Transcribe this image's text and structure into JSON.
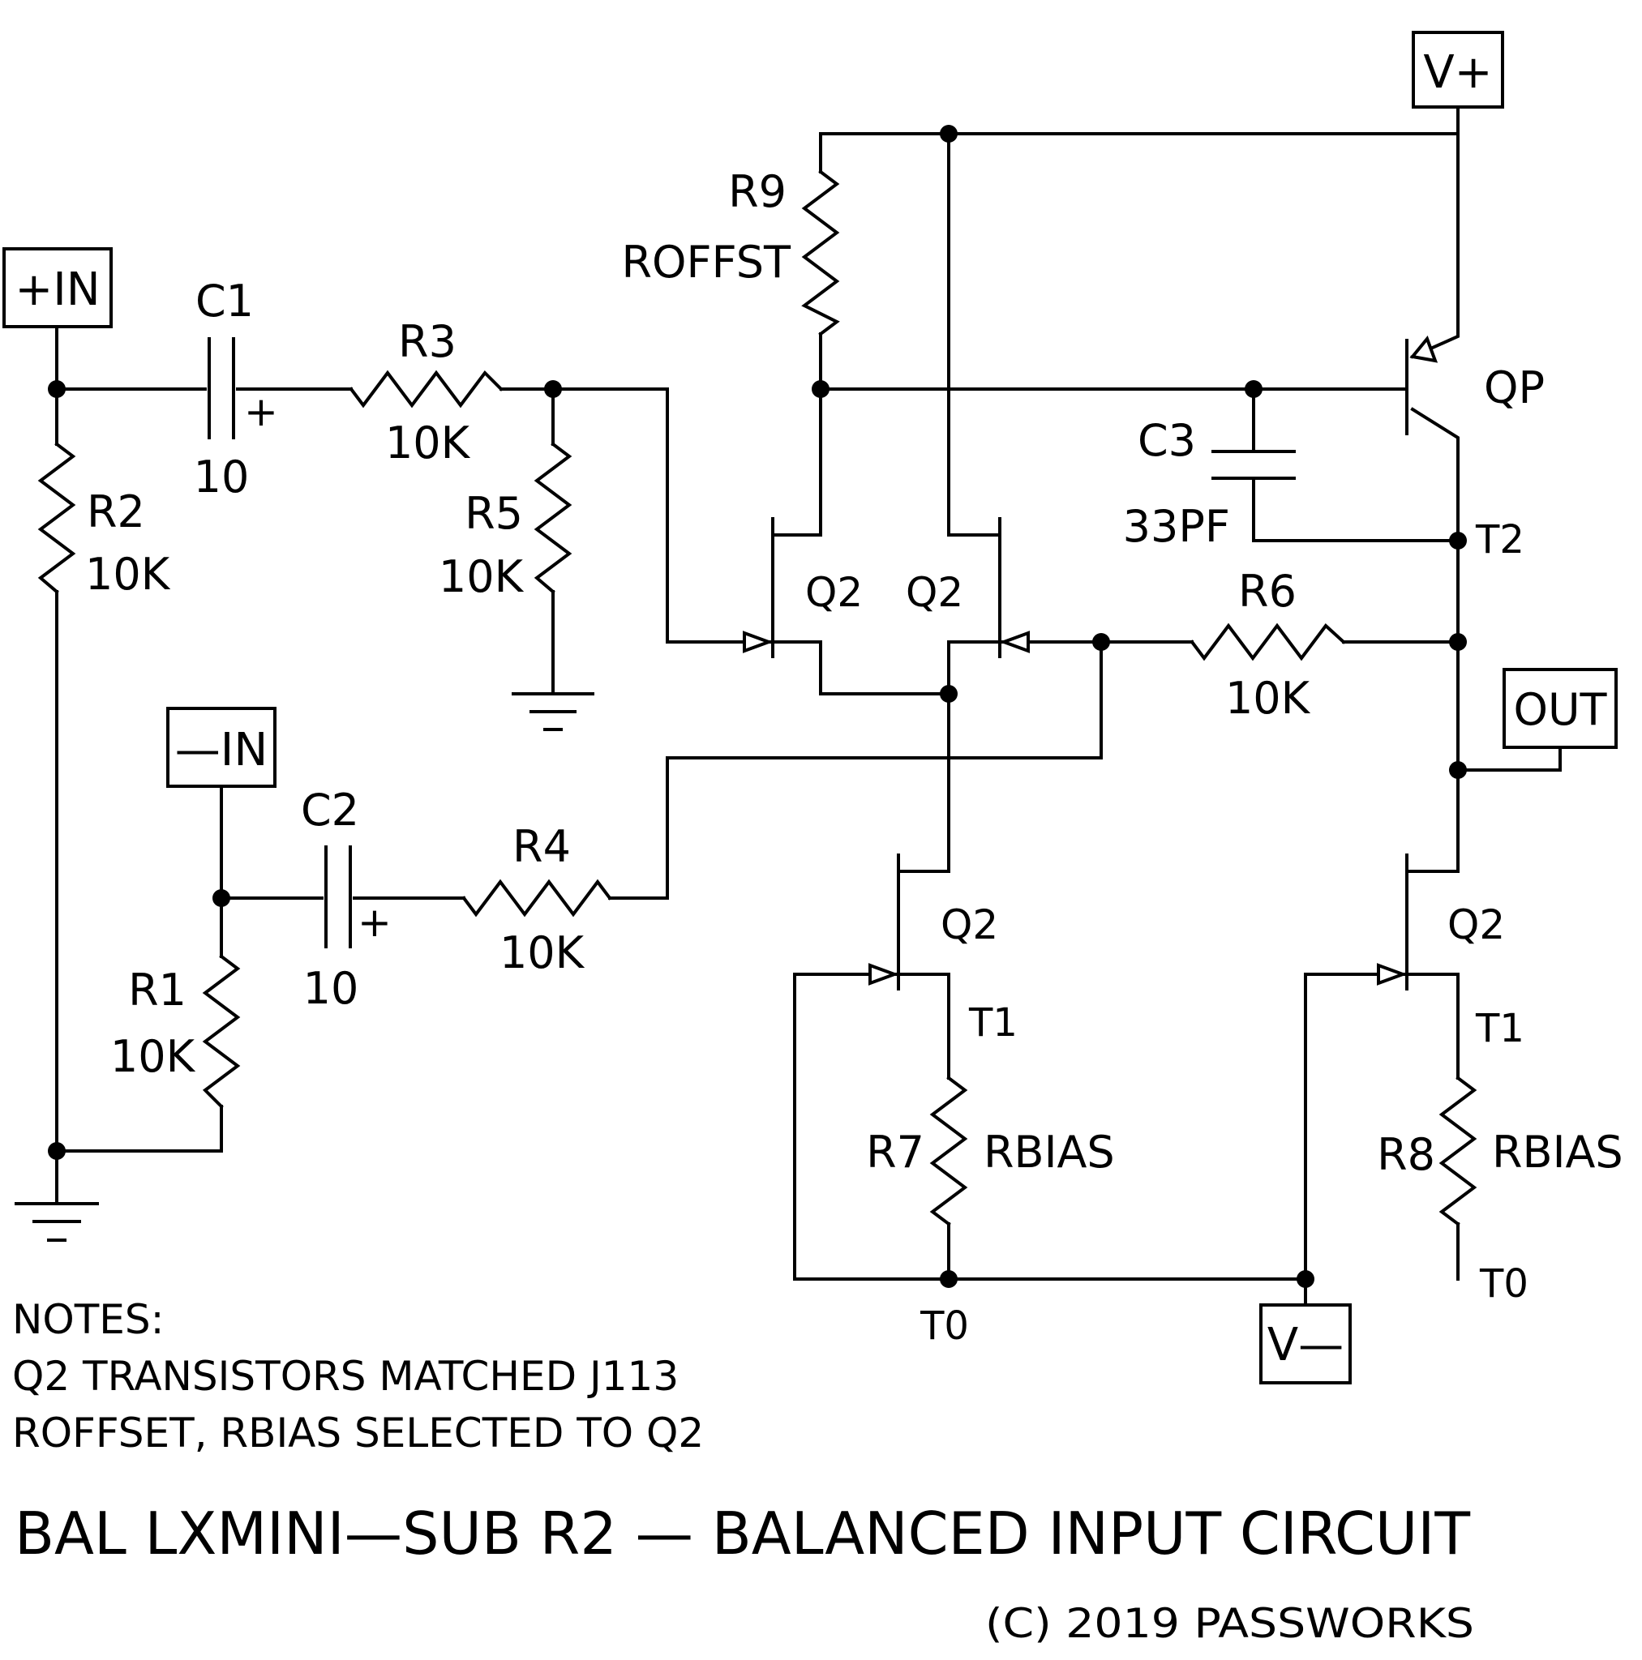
{
  "ports": {
    "plus_in": "+IN",
    "minus_in": "—IN",
    "v_plus": "V+",
    "v_minus": "V—",
    "out": "OUT"
  },
  "components": {
    "c1": {
      "ref": "C1",
      "value": "10",
      "polarity": "+"
    },
    "c2": {
      "ref": "C2",
      "value": "10",
      "polarity": "+"
    },
    "c3": {
      "ref": "C3",
      "value": "33PF"
    },
    "r1": {
      "ref": "R1",
      "value": "10K"
    },
    "r2": {
      "ref": "R2",
      "value": "10K"
    },
    "r3": {
      "ref": "R3",
      "value": "10K"
    },
    "r4": {
      "ref": "R4",
      "value": "10K"
    },
    "r5": {
      "ref": "R5",
      "value": "10K"
    },
    "r6": {
      "ref": "R6",
      "value": "10K"
    },
    "r7": {
      "ref": "R7",
      "value": "RBIAS"
    },
    "r8": {
      "ref": "R8",
      "value": "RBIAS"
    },
    "r9": {
      "ref": "R9",
      "value": "ROFFST"
    },
    "qp": {
      "ref": "QP"
    },
    "q2_input_left": {
      "ref": "Q2"
    },
    "q2_input_right": {
      "ref": "Q2"
    },
    "q2_bias_left": {
      "ref": "Q2"
    },
    "q2_bias_right": {
      "ref": "Q2"
    }
  },
  "terminals": {
    "t2": "T2",
    "t1_left": "T1",
    "t1_right": "T1",
    "t0_left": "T0",
    "t0_right": "T0"
  },
  "notes": [
    "NOTES:",
    "Q2 TRANSISTORS MATCHED J113",
    "ROFFSET, RBIAS SELECTED TO Q2"
  ],
  "title": "BAL LXMINI—SUB R2 —  BALANCED INPUT CIRCUIT",
  "copyright": "(C) 2019 PASSWORKS"
}
